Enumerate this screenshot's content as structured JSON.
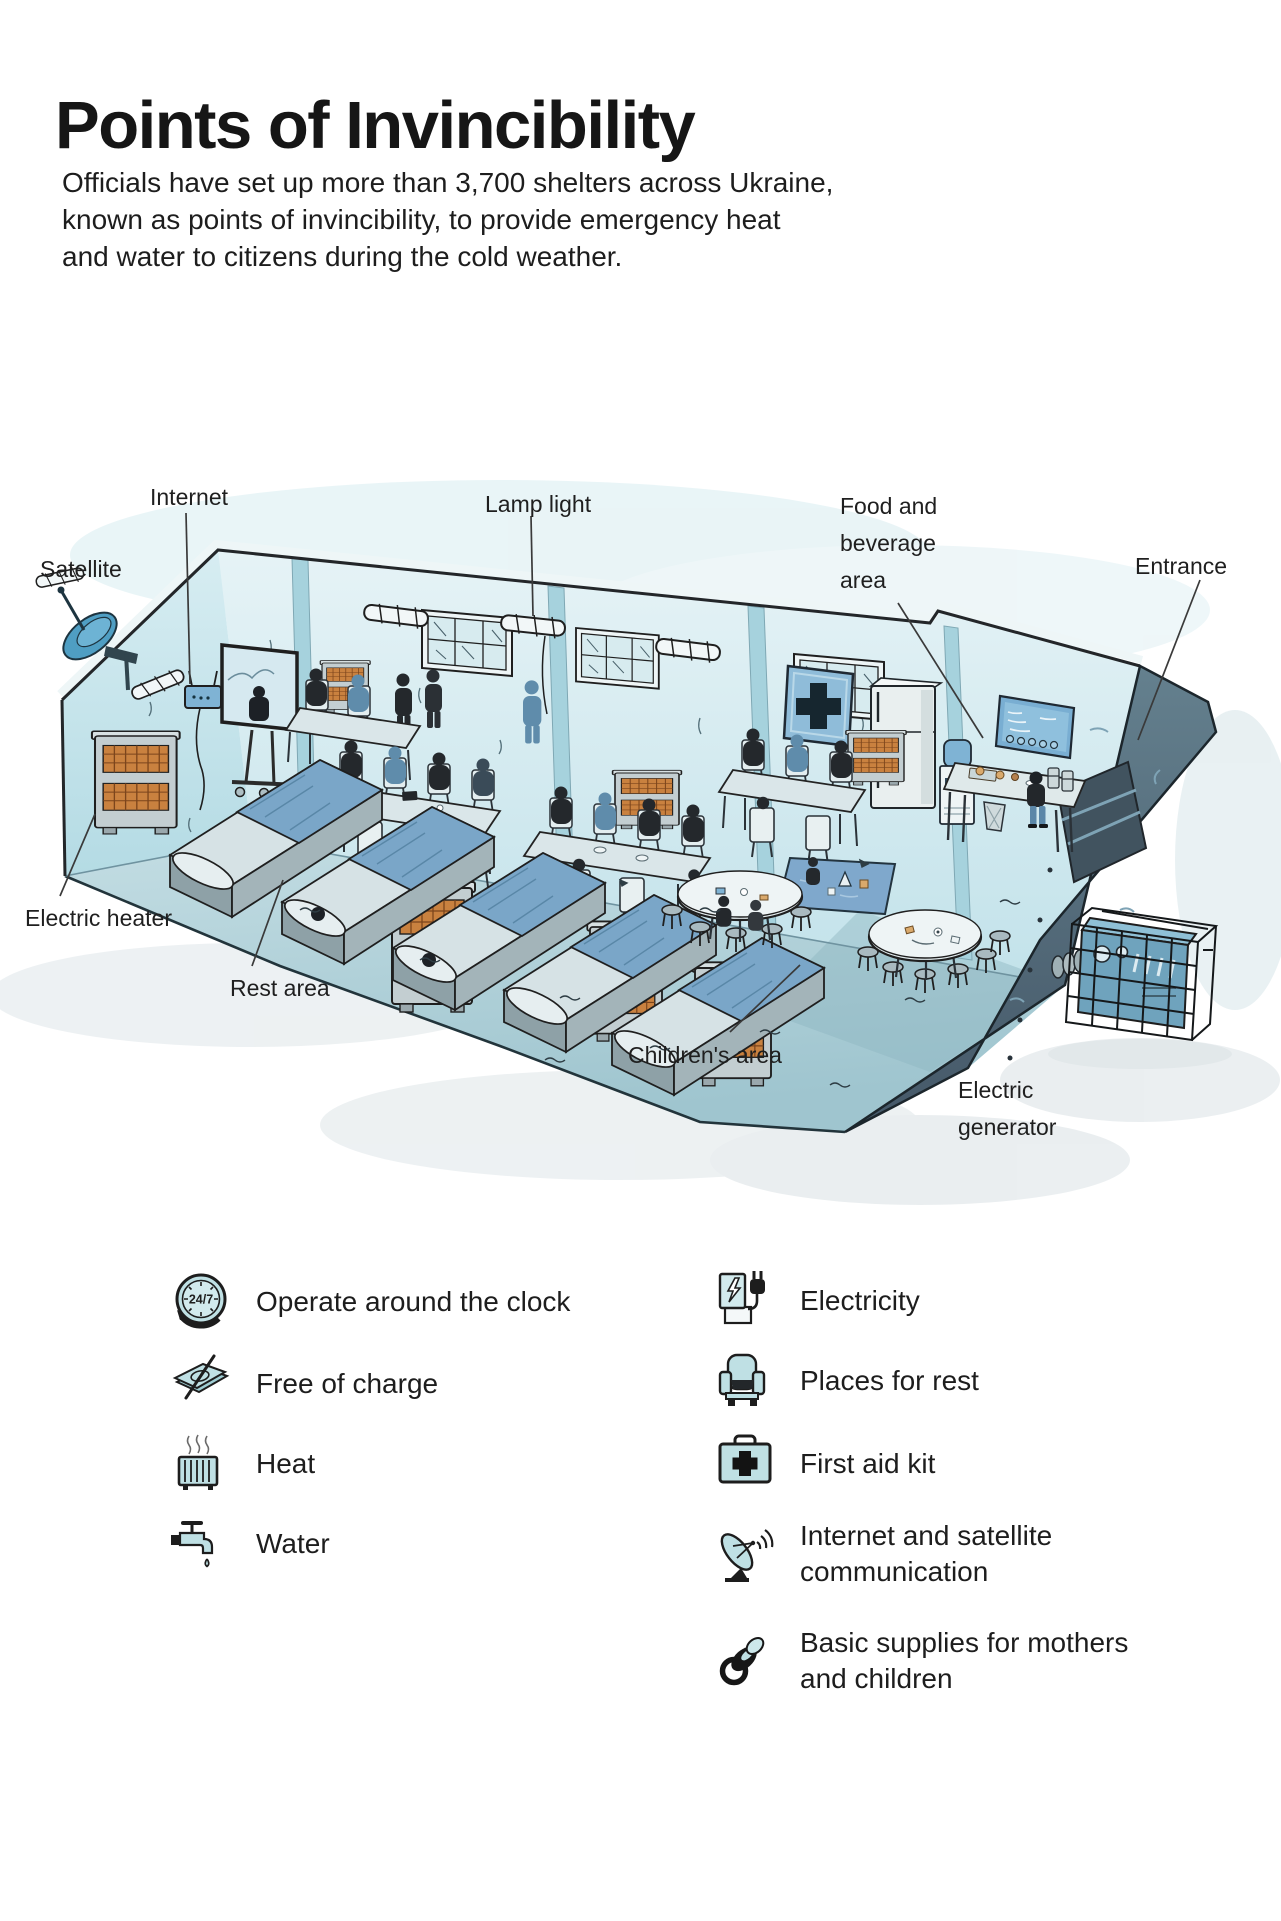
{
  "page": {
    "title": "Points of Invincibility",
    "description_lines": [
      "Officials have set up more than 3,700 shelters across Ukraine,",
      "known as points of invincibility, to provide emergency heat",
      "and water to citizens during the cold weather."
    ]
  },
  "diagram": {
    "labels": {
      "satellite": "Satellite",
      "internet": "Internet",
      "lamp_light": "Lamp light",
      "food_beverage": "Food and beverage area",
      "entrance": "Entrance",
      "electric_heater": "Electric heater",
      "rest_area": "Rest area",
      "childrens_area": "Children's area",
      "electric_generator": "Electric generator"
    }
  },
  "legend": {
    "left": [
      {
        "icon": "clock-24-7-icon",
        "label": "Operate around the clock"
      },
      {
        "icon": "free-of-charge-icon",
        "label": "Free of charge"
      },
      {
        "icon": "heat-radiator-icon",
        "label": "Heat"
      },
      {
        "icon": "water-tap-icon",
        "label": "Water"
      }
    ],
    "right": [
      {
        "icon": "electricity-icon",
        "label": "Electricity"
      },
      {
        "icon": "places-for-rest-icon",
        "label": "Places for rest"
      },
      {
        "icon": "first-aid-kit-icon",
        "label": "First aid kit"
      },
      {
        "icon": "satellite-communication-icon",
        "label": "Internet and satellite communication"
      },
      {
        "icon": "mother-child-supplies-icon",
        "label": "Basic supplies for mothers and children"
      }
    ]
  },
  "colors": {
    "text": "#1d1d1d",
    "back_wall": "#cfe9ee",
    "left_wall": "#c5e5ec",
    "floor": "#aecfd8",
    "entrance_wall": "#5d7482",
    "blanket": "#7aa6c8",
    "heater_glow": "#c9813f",
    "icon_fill": "#bfe0e4",
    "satellite_dish": "#4f9ec3"
  }
}
